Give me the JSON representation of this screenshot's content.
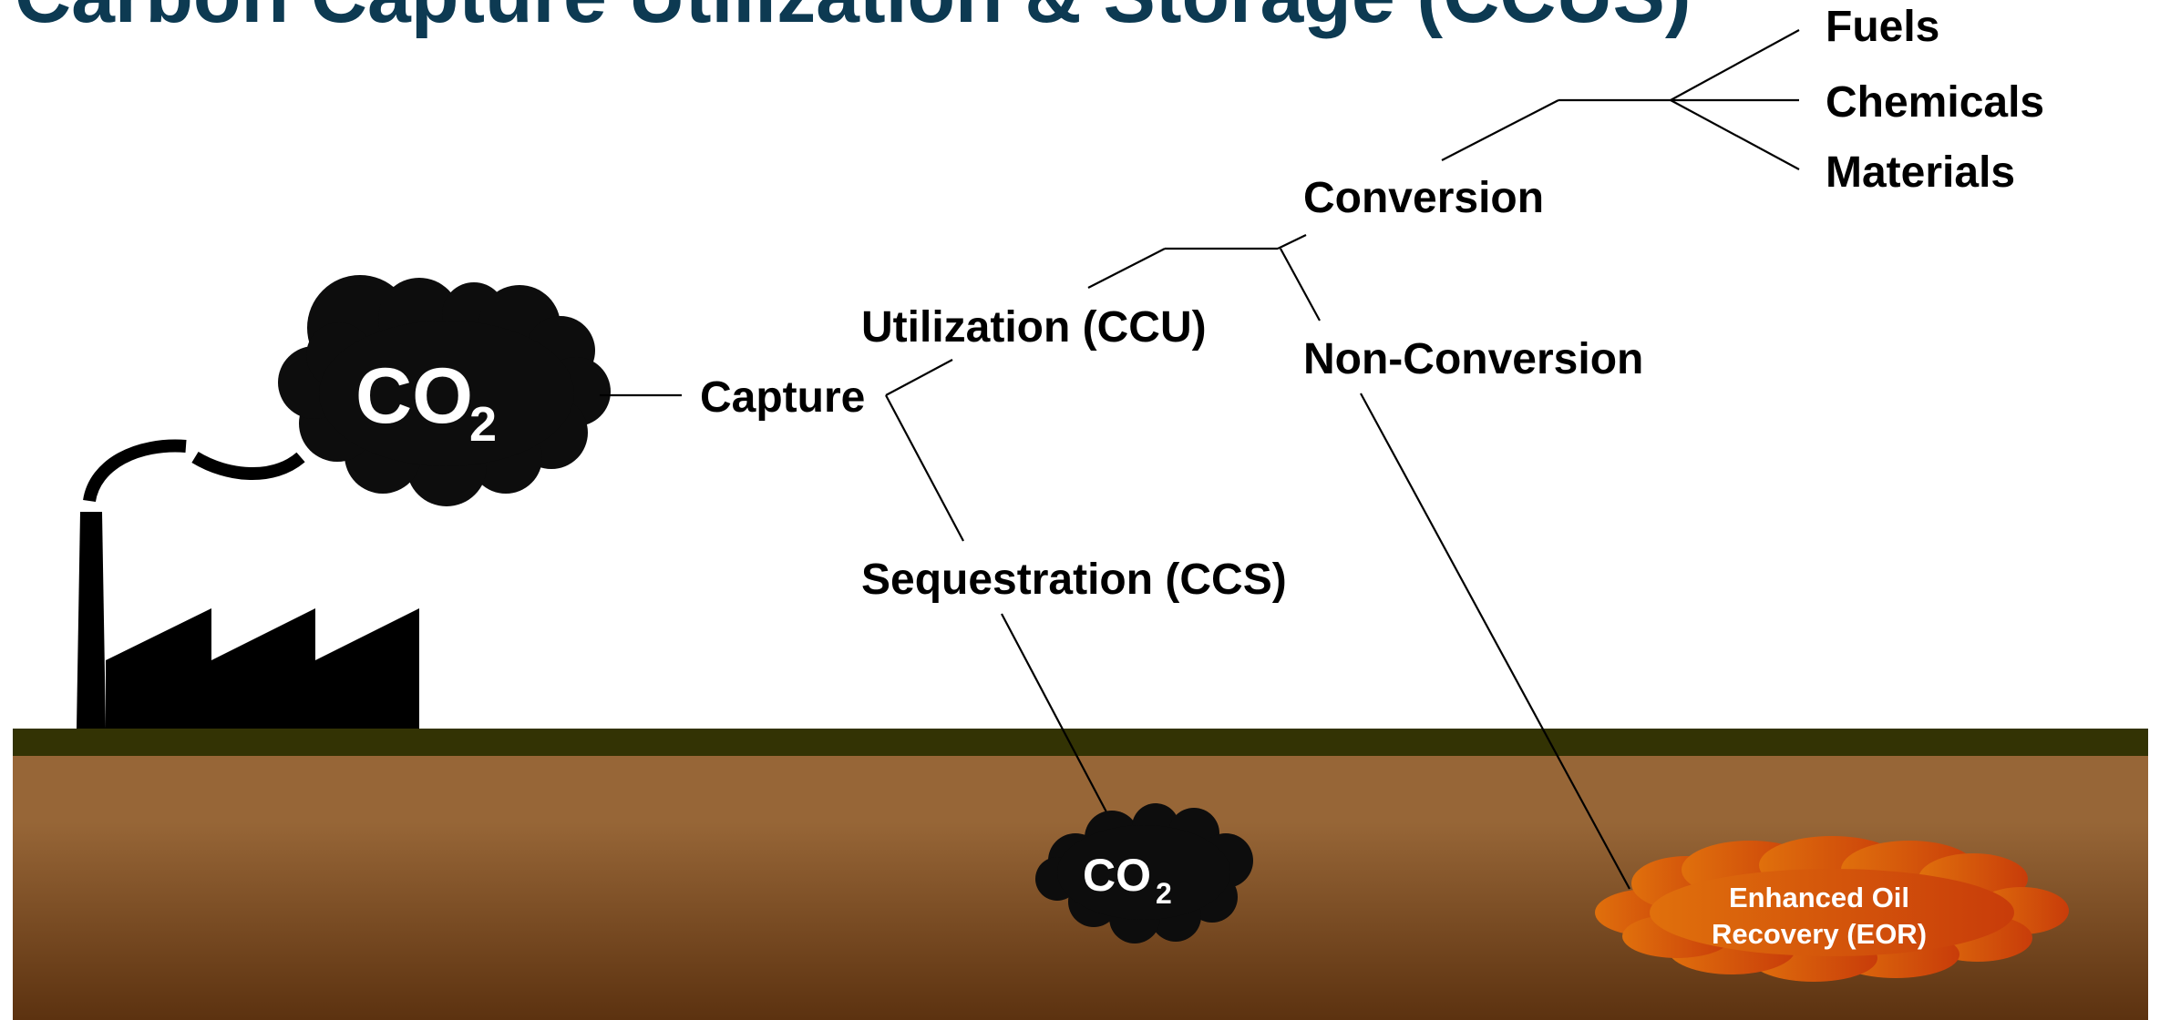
{
  "title": "Carbon Capture Utilization & Storage (CCUS)",
  "source": {
    "co2_main": "CO",
    "co2_main_sub": "2"
  },
  "nodes": {
    "capture": "Capture",
    "utilization": "Utilization (CCU)",
    "sequestration": "Sequestration (CCS)",
    "conversion": "Conversion",
    "non_conversion": "Non-Conversion",
    "fuels": "Fuels",
    "chemicals": "Chemicals",
    "materials": "Materials"
  },
  "underground": {
    "co2_store": "CO",
    "co2_store_sub": "2",
    "eor_line1": "Enhanced Oil",
    "eor_line2": "Recovery (EOR)"
  },
  "colors": {
    "title": "#0d3a52",
    "ground_strip": "#333304",
    "soil_top": "#976637",
    "soil_bottom": "#5c3210",
    "cloud": "#0d0d0d",
    "eor_orange": "#e0700c",
    "eor_red": "#c83c0a"
  }
}
